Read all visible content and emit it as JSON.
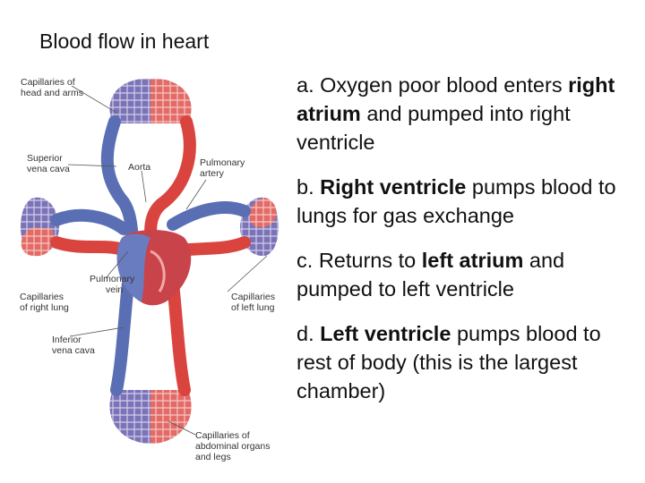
{
  "title": "Blood flow in heart",
  "diagram": {
    "labels": {
      "cap_head": [
        "Capillaries of",
        "head and arms"
      ],
      "svc": [
        "Superior",
        "vena cava"
      ],
      "aorta": [
        "Aorta"
      ],
      "pa": [
        "Pulmonary",
        "artery"
      ],
      "pv": [
        "Pulmonary",
        "vein"
      ],
      "cap_rlung": [
        "Capillaries",
        "of right lung"
      ],
      "cap_llung": [
        "Capillaries",
        "of left lung"
      ],
      "ivc": [
        "Inferior",
        "vena cava"
      ],
      "cap_abd": [
        "Capillaries of",
        "abdominal organs",
        "and legs"
      ]
    },
    "colors": {
      "oxygen_rich": "#d9443f",
      "oxygen_poor": "#5a6fb3",
      "capillary": "#8a63a8"
    }
  },
  "bullets": [
    {
      "prefix": "a. ",
      "bold": "",
      "text": "Oxygen poor blood enters ",
      "bold2": "right atrium",
      "rest": " and pumped into right ventricle"
    },
    {
      "prefix": "b. ",
      "bold": "Right ventricle",
      "text": " pumps blood to lungs for gas exchange",
      "bold2": "",
      "rest": ""
    },
    {
      "prefix": "c. ",
      "bold": "",
      "text": "Returns to ",
      "bold2": "left atrium",
      "rest": " and pumped to left ventricle"
    },
    {
      "prefix": "d. ",
      "bold": "Left ventricle",
      "text": " pumps blood to rest of body (this is the largest chamber)",
      "bold2": "",
      "rest": ""
    }
  ]
}
